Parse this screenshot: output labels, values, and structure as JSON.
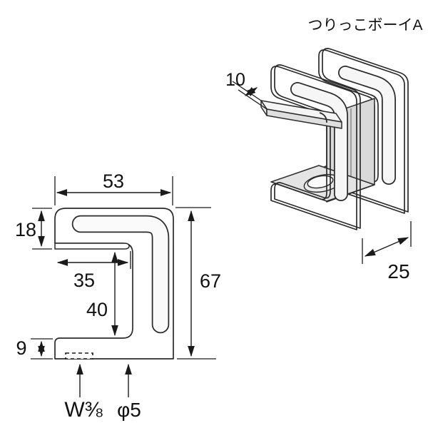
{
  "title": "つりっこボーイA",
  "colors": {
    "line": "#2b2b2b",
    "fill_light": "#f0f0f0",
    "fill_mid": "#e2e2e2",
    "fill_dark": "#d9d9d9",
    "background": "#ffffff"
  },
  "side_view": {
    "name": "side profile drawing",
    "dims": {
      "width": "53",
      "arm_height": "18",
      "tab_depth": "35",
      "opening_height": "40",
      "total_height": "67",
      "lip_height": "9",
      "thread_label": "W⅜",
      "hole_label": "φ5"
    }
  },
  "iso_view": {
    "name": "isometric view",
    "dims": {
      "tab_width": "10",
      "depth": "25"
    }
  }
}
